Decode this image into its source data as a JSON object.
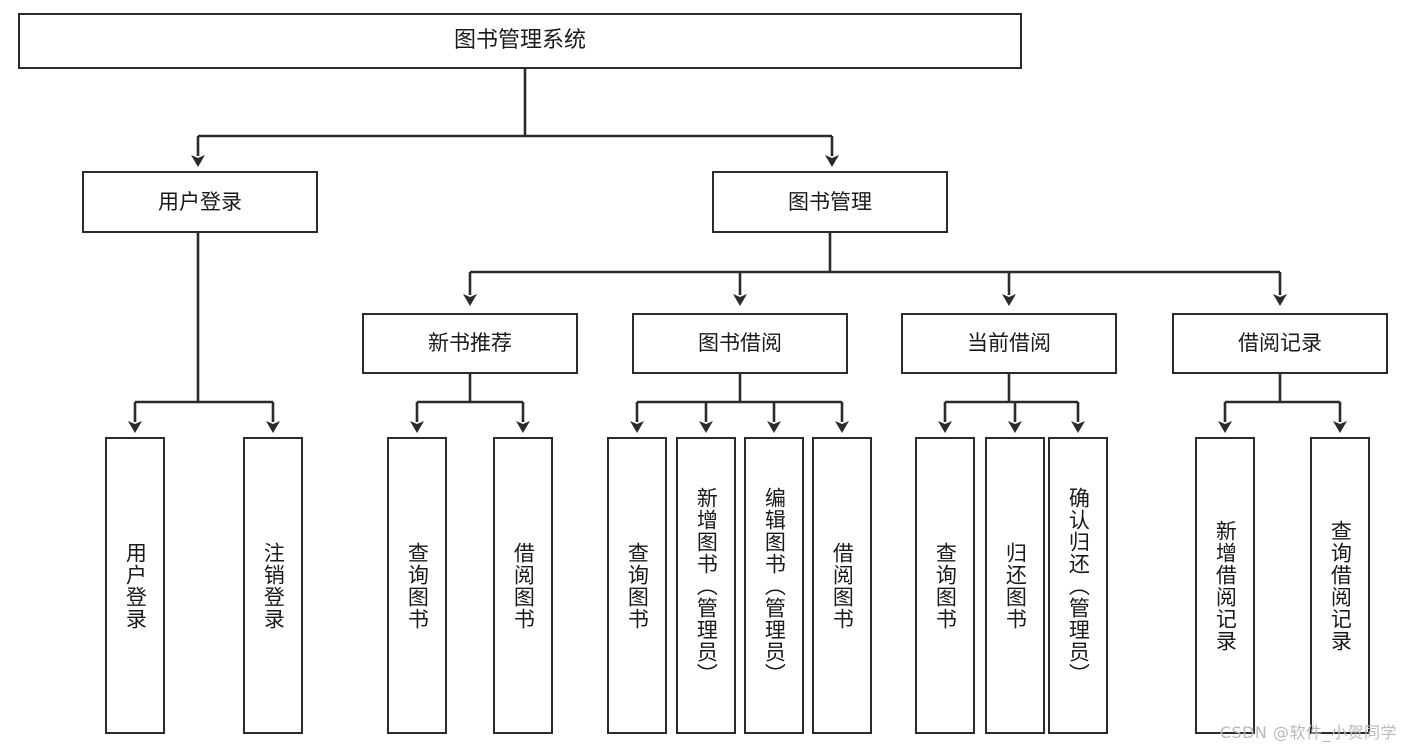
{
  "diagram": {
    "type": "tree",
    "title": "图书管理系统",
    "orientation": "top-down",
    "edge_style": "orthogonal-arrow",
    "colors": {
      "box_border": "#2b2b2b",
      "box_fill": "#ffffff",
      "edge": "#2b2b2b",
      "text": "#1a1a1a",
      "watermark": "#b9b9b9",
      "background": "#ffffff"
    },
    "nodes": {
      "root": {
        "label": "图书管理系统"
      },
      "level2": [
        {
          "id": "user-login",
          "label": "用户登录"
        },
        {
          "id": "book-manage",
          "label": "图书管理"
        }
      ],
      "level3": [
        {
          "id": "new-book-recommend",
          "label": "新书推荐"
        },
        {
          "id": "book-borrow",
          "label": "图书借阅"
        },
        {
          "id": "current-borrow",
          "label": "当前借阅"
        },
        {
          "id": "borrow-record",
          "label": "借阅记录"
        }
      ],
      "leaves": {
        "user_login": [
          {
            "id": "leaf-user-login",
            "label": "用户登录"
          },
          {
            "id": "leaf-logout-login",
            "label": "注销登录"
          }
        ],
        "new_book_recommend": [
          {
            "id": "leaf-query-book-1",
            "label": "查询图书"
          },
          {
            "id": "leaf-borrow-book-1",
            "label": "借阅图书"
          }
        ],
        "book_borrow": [
          {
            "id": "leaf-query-book-2",
            "label": "查询图书"
          },
          {
            "id": "leaf-add-book",
            "label": "新增图书（管理员）"
          },
          {
            "id": "leaf-edit-book",
            "label": "编辑图书（管理员）"
          },
          {
            "id": "leaf-borrow-book-2",
            "label": "借阅图书"
          }
        ],
        "current_borrow": [
          {
            "id": "leaf-query-book-3",
            "label": "查询图书"
          },
          {
            "id": "leaf-return-book",
            "label": "归还图书"
          },
          {
            "id": "leaf-confirm-return",
            "label": "确认归还（管理员）"
          }
        ],
        "borrow_record": [
          {
            "id": "leaf-add-borrow-record",
            "label": "新增借阅记录"
          },
          {
            "id": "leaf-query-borrow-record",
            "label": "查询借阅记录"
          }
        ]
      }
    }
  },
  "watermark": {
    "text": "CSDN @软件_小贺同学"
  }
}
